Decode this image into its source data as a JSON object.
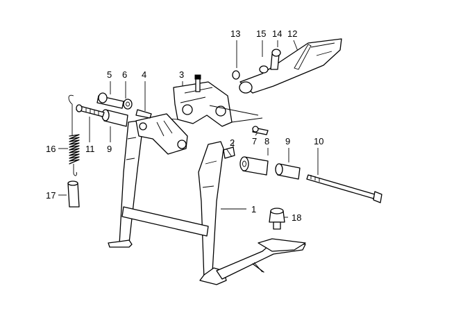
{
  "diagram": {
    "callouts": [
      {
        "id": "1",
        "text": "1"
      },
      {
        "id": "2",
        "text": "2"
      },
      {
        "id": "3",
        "text": "3"
      },
      {
        "id": "4",
        "text": "4"
      },
      {
        "id": "5",
        "text": "5"
      },
      {
        "id": "6",
        "text": "6"
      },
      {
        "id": "7",
        "text": "7"
      },
      {
        "id": "8",
        "text": "8"
      },
      {
        "id": "9a",
        "text": "9"
      },
      {
        "id": "9b",
        "text": "9"
      },
      {
        "id": "10",
        "text": "10"
      },
      {
        "id": "11",
        "text": "11"
      },
      {
        "id": "12",
        "text": "12"
      },
      {
        "id": "13",
        "text": "13"
      },
      {
        "id": "14",
        "text": "14"
      },
      {
        "id": "15",
        "text": "15"
      },
      {
        "id": "16",
        "text": "16"
      },
      {
        "id": "17",
        "text": "17"
      },
      {
        "id": "18",
        "text": "18"
      }
    ]
  }
}
